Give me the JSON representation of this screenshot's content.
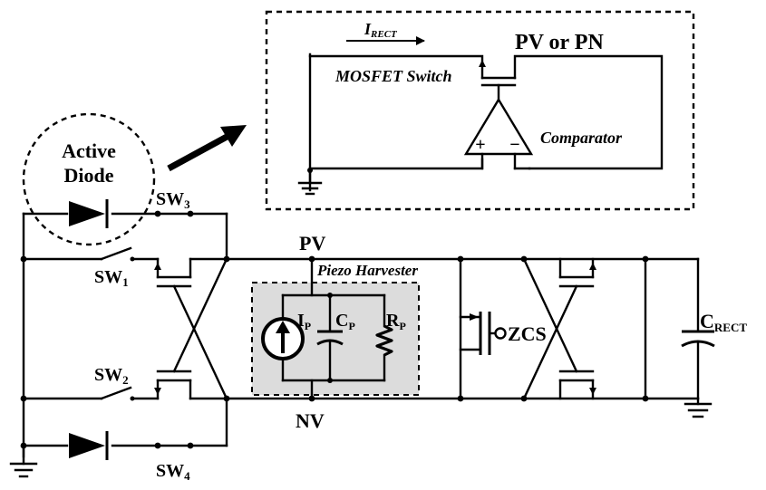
{
  "inset": {
    "current_label": {
      "main": "I",
      "sub": "RECT"
    },
    "node_label": "PV or PN",
    "switch_label": "MOSFET Switch",
    "comparator_label": "Comparator",
    "plus": "+",
    "minus": "−"
  },
  "active_diode": {
    "line1": "Active",
    "line2": "Diode"
  },
  "switches": {
    "sw1": {
      "main": "SW",
      "sub": "1"
    },
    "sw2": {
      "main": "SW",
      "sub": "2"
    },
    "sw3": {
      "main": "SW",
      "sub": "3"
    },
    "sw4": {
      "main": "SW",
      "sub": "4"
    }
  },
  "nodes": {
    "pv": "PV",
    "nv": "NV"
  },
  "piezo": {
    "title": "Piezo Harvester",
    "ip": {
      "main": "I",
      "sub": "P"
    },
    "cp": {
      "main": "C",
      "sub": "P"
    },
    "rp": {
      "main": "R",
      "sub": "P"
    }
  },
  "zcs_label": "ZCS",
  "c_rect": {
    "main": "C",
    "sub": "RECT"
  }
}
